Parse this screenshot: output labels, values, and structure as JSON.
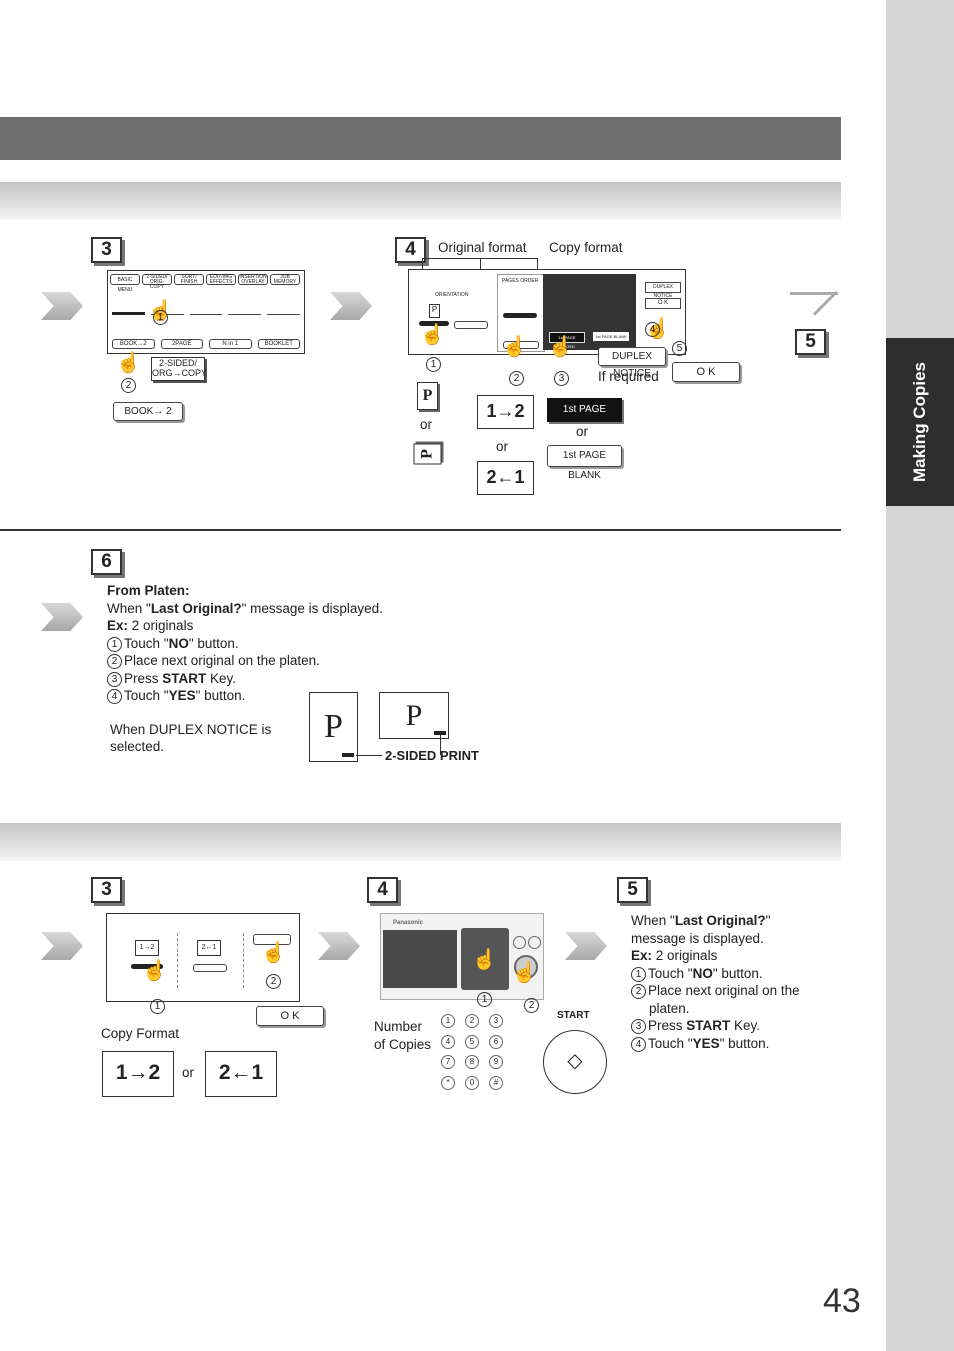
{
  "sidebar": {
    "tab_label": "Making Copies"
  },
  "page_number": "43",
  "top": {
    "step3": "3",
    "step4": "4",
    "step5": "5",
    "original_format": "Original format",
    "copy_format": "Copy format",
    "screen1": {
      "tabs": [
        "BASIC MENU",
        "2-SIDED/ ORIG-COPY",
        "SORT/ FINISH",
        "EDIT/IMG EFFECTS",
        "INSERTION OVERLAY",
        "JOB MEMORY"
      ],
      "buttons": [
        "2PAGE",
        "N in 1",
        "BOOKLET",
        "BOOK→2"
      ],
      "callout": "2-SIDED/ ORG→COPY",
      "book_button": "BOOK→ 2"
    },
    "screen2": {
      "orientation": "ORIENTATION",
      "pages_order": "PAGES ORDER",
      "duplex_notice_small": "DUPLEX NOTICE",
      "ok_small": "O K",
      "first_page_imaged_small": "1st PAGE IMAGED",
      "first_page_blank_small": "1st PAGE BLANK"
    },
    "duplex_notice": "DUPLEX NOTICE",
    "if_required": "If required",
    "ok": "O K",
    "or1": "or",
    "or2": "or",
    "or3": "or",
    "book_12": "1→2",
    "book_21": "2←1",
    "first_page_imaged": "1st PAGE IMAGED",
    "first_page_blank": "1st PAGE BLANK"
  },
  "mid": {
    "step6": "6",
    "heading": "From Platen:",
    "line1_pre": "When \"",
    "line1_bold": "Last Original?",
    "line1_post": "\" message is displayed.",
    "ex_label": "Ex:",
    "ex_text": "2 originals",
    "items": [
      {
        "n": "1",
        "pre": "Touch \"",
        "b": "NO",
        "post": "\" button."
      },
      {
        "n": "2",
        "pre": "Place next original on the platen.",
        "b": "",
        "post": ""
      },
      {
        "n": "3",
        "pre": "Press ",
        "b": "START",
        "post": " Key."
      },
      {
        "n": "4",
        "pre": "Touch \"",
        "b": "YES",
        "post": "\" button."
      }
    ],
    "note1": "When DUPLEX NOTICE is",
    "note2": "selected.",
    "letter": "P",
    "sided_print": "2-SIDED PRINT"
  },
  "bottom": {
    "step3": "3",
    "step4": "4",
    "step5": "5",
    "copy_format": "Copy Format",
    "ok": "O K",
    "or": "or",
    "book_12": "1→2",
    "book_21": "2←1",
    "number_of_copies_1": "Number",
    "number_of_copies_2": "of Copies",
    "start": "START",
    "keys": [
      "1",
      "2",
      "3",
      "4",
      "5",
      "6",
      "7",
      "8",
      "9",
      "*",
      "0",
      "#"
    ],
    "line1_pre": "When \"",
    "line1_bold": "Last Original?",
    "line1_post": "\"",
    "line2": "message is displayed.",
    "ex_label": "Ex:",
    "ex_text": "2 originals",
    "items": [
      {
        "n": "1",
        "pre": "Touch \"",
        "b": "NO",
        "post": "\" button."
      },
      {
        "n": "2",
        "pre": "Place next original on the",
        "b": "",
        "post": ""
      },
      {
        "n": "",
        "pre": "platen.",
        "b": "",
        "post": ""
      },
      {
        "n": "3",
        "pre": "Press ",
        "b": "START",
        "post": " Key."
      },
      {
        "n": "4",
        "pre": "Touch \"",
        "b": "YES",
        "post": "\" button."
      }
    ],
    "brand": "Panasonic"
  }
}
